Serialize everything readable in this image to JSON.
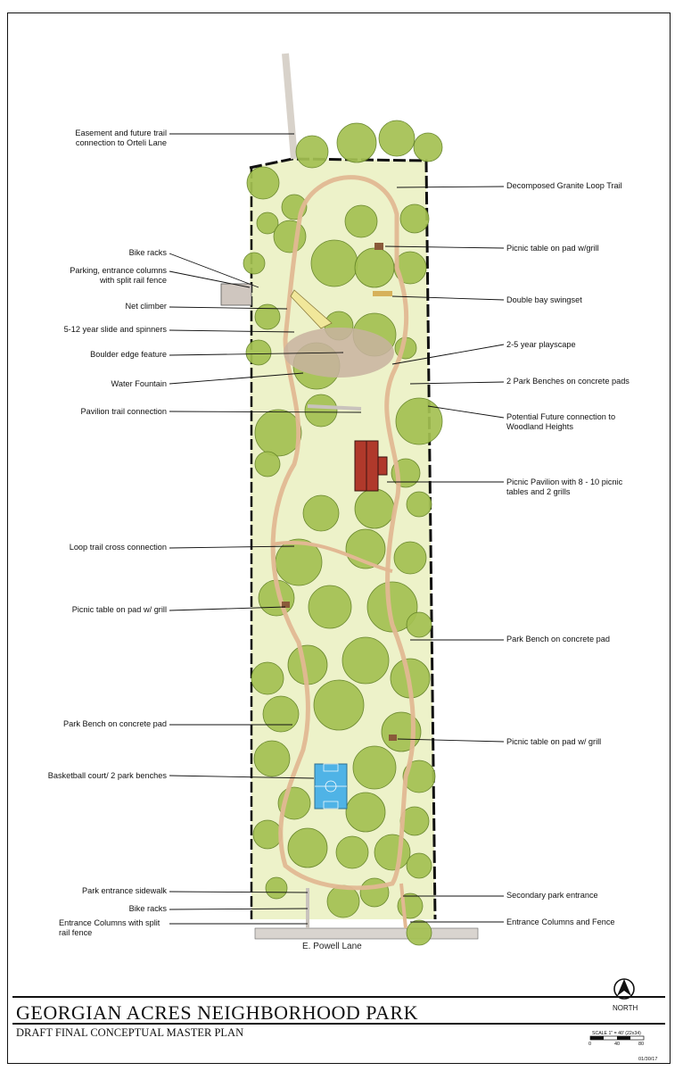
{
  "title": "GEORGIAN ACRES NEIGHBORHOOD PARK",
  "subtitle": "DRAFT FINAL CONCEPTUAL MASTER PLAN",
  "road_label": "E. Powell Lane",
  "north_label": "NORTH",
  "scale_label": "SCALE 1\" = 40' (22x34)",
  "scale_marks": [
    "0",
    "40",
    "80"
  ],
  "date": "01/30/17",
  "colors": {
    "lawn": "#edf2c9",
    "tree": "#9dbb4e",
    "tree_dark": "#6f8f2c",
    "trail": "#e9c7a5",
    "pavilion": "#b0392b",
    "court": "#4fb3e6"
  },
  "labels_left": [
    "Easement and future trail\nconnection to Orteli Lane",
    "Bike racks",
    "Parking, entrance columns\nwith split rail fence",
    "Net climber",
    "5-12 year slide and spinners",
    "Boulder edge feature",
    "Water Fountain",
    "Pavilion trail connection",
    "Loop trail cross connection",
    "Picnic table on pad w/ grill",
    "Park Bench on concrete pad",
    "Basketball court/ 2 park benches",
    "Park entrance sidewalk",
    "Bike racks",
    "Entrance Columns with split\nrail fence"
  ],
  "labels_right": [
    "Decomposed Granite Loop Trail",
    "Picnic table on pad w/grill",
    "Double bay swingset",
    "2-5 year playscape",
    "2 Park Benches on concrete pads",
    "Potential Future connection to\nWoodland Heights",
    "Picnic Pavilion with 8 - 10 picnic\ntables and 2 grills",
    "Park Bench on concrete pad",
    "Picnic table on pad w/ grill",
    "Secondary park entrance",
    "Entrance Columns and Fence"
  ]
}
